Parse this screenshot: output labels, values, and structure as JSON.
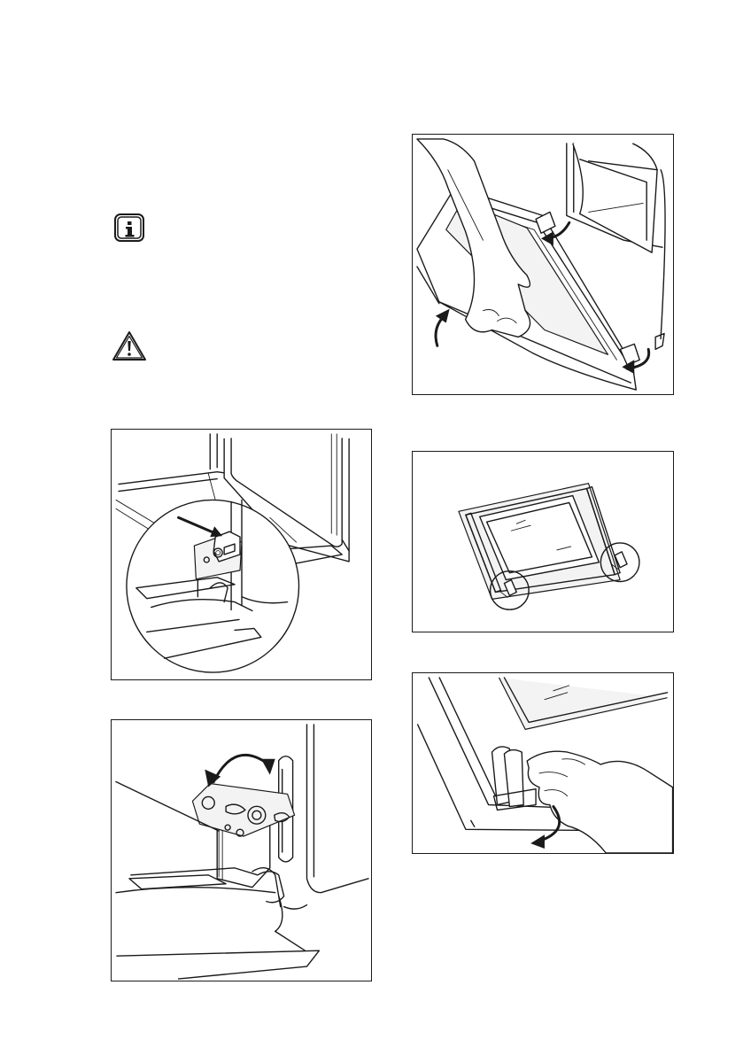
{
  "page": {
    "background": "#ffffff",
    "line_color": "#1a1a1a"
  },
  "icons": [
    {
      "name": "info-icon",
      "symbol": "i"
    },
    {
      "name": "warning-icon",
      "symbol": "!"
    }
  ],
  "figures": [
    {
      "name": "figure-door-hinge-lever"
    },
    {
      "name": "figure-hinge-rotate"
    },
    {
      "name": "figure-door-lift-off"
    },
    {
      "name": "figure-door-glass-panel"
    },
    {
      "name": "figure-door-trim-release"
    }
  ]
}
